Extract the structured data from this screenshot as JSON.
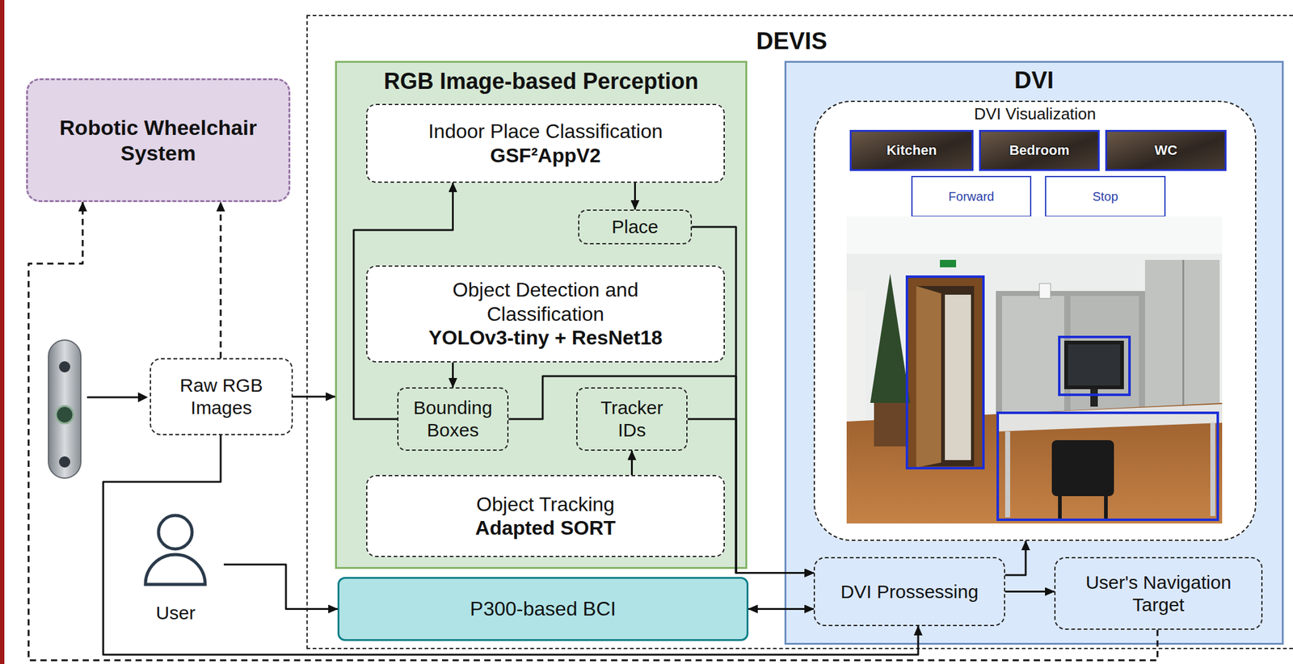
{
  "diagram": {
    "nodes": [
      {
        "text": [
          "Robotic Wheelchair System"
        ]
      },
      {
        "text": [
          "Raw RGB Images"
        ]
      },
      {
        "text": [
          "User"
        ]
      },
      {
        "text": [
          "DEVIS"
        ]
      },
      {
        "text": [
          "RGB Image-based Perception"
        ],
        "in": 3
      },
      {
        "text": [
          "Indoor Place Classification",
          "GSF²AppV2"
        ],
        "in": 4
      },
      {
        "text": [
          "Place"
        ],
        "in": 4
      },
      {
        "text": [
          "Object Detection and Classification",
          "YOLOv3-tiny + ResNet18"
        ],
        "in": 4
      },
      {
        "text": [
          "Bounding Boxes"
        ],
        "in": 4
      },
      {
        "text": [
          "Tracker IDs"
        ],
        "in": 4
      },
      {
        "text": [
          "Object Tracking",
          "Adapted SORT"
        ],
        "in": 4
      },
      {
        "text": [
          "P300-based BCI"
        ],
        "in": 3
      },
      {
        "text": [
          "DVI"
        ],
        "in": 3
      },
      {
        "text": [
          "DVI Visualization"
        ],
        "in": 12
      },
      {
        "text": [
          "Kitchen"
        ],
        "in": 13
      },
      {
        "text": [
          "Bedroom"
        ],
        "in": 13
      },
      {
        "text": [
          "WC"
        ],
        "in": 13
      },
      {
        "text": [
          "Forward"
        ],
        "in": 13
      },
      {
        "text": [
          "Stop"
        ],
        "in": 13
      },
      {
        "text": [
          "DVI Prossessing"
        ],
        "in": 12
      },
      {
        "text": [
          "User's Navigation Target"
        ],
        "in": 12
      }
    ],
    "edges": [
      {
        "from": 8,
        "to": 5,
        "arrow": "to"
      },
      {
        "from": 5,
        "to": 6,
        "arrow": "to"
      },
      {
        "from": 7,
        "to": 8,
        "arrow": "to"
      },
      {
        "from": 10,
        "to": 9,
        "arrow": "to"
      },
      {
        "from": 6,
        "to": 19,
        "arrow": "to"
      },
      {
        "from": 8,
        "to": 19,
        "arrow": "to"
      },
      {
        "from": 9,
        "to": 19,
        "arrow": "to"
      },
      {
        "from": 1,
        "to": 0,
        "arrow": "to"
      },
      {
        "from": 1,
        "to": 4,
        "arrow": "to"
      },
      {
        "from": 1,
        "to": 19,
        "arrow": "to"
      },
      {
        "from": 2,
        "to": 11,
        "arrow": "to"
      },
      {
        "from": 11,
        "to": 19,
        "arrow": "both"
      },
      {
        "from": 19,
        "to": 13,
        "arrow": "to"
      },
      {
        "from": 19,
        "to": 20,
        "arrow": "to"
      },
      {
        "from": 20,
        "to": 0,
        "arrow": "to"
      }
    ]
  }
}
